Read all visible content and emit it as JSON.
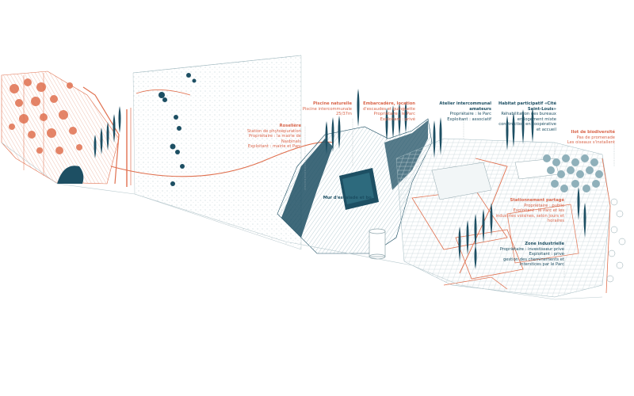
{
  "colors": {
    "teal_dark": "#1d4f63",
    "teal_light": "#cdd9dc",
    "salmon": "#e0704f",
    "paper": "#ffffff"
  },
  "annotations": [
    {
      "id": "piscine",
      "color": "red",
      "title": "Piscine naturelle",
      "body": [
        "Piscine intercommunale",
        "25/37m"
      ]
    },
    {
      "id": "roseliere",
      "color": "red",
      "title": "Roselière",
      "body": [
        "Station de phytoépuration",
        "Propriétaire : la mairie de",
        "Nasbinals",
        "Exploitant : mairie et Parc"
      ]
    },
    {
      "id": "embarcadere",
      "color": "red",
      "title": "Embarcadère, location",
      "body": [
        "d'escaudes et guinguette",
        "Propriétaire : le Parc",
        "Exploitant : privé"
      ]
    },
    {
      "id": "atelier",
      "color": "blue",
      "title": "Atelier intercommunal amateurs",
      "body": [
        "Propriétaire : le Parc",
        "Exploitant : associatif"
      ]
    },
    {
      "id": "habitat",
      "color": "blue",
      "title": "Habitat participatif «Cité",
      "body": [
        "Saint-Louis»",
        "Réhabilitation des bureaux",
        "en logement mixte",
        "construction en coopérative",
        "et accueil"
      ]
    },
    {
      "id": "ilot",
      "color": "red",
      "title": "Ilot de biodiversité",
      "body": [
        "Pas de promenade",
        "Les oiseaux s'installent"
      ]
    },
    {
      "id": "mur",
      "color": "blue",
      "title": "Mur d'escalade et bo…",
      "body": []
    },
    {
      "id": "stationnement",
      "color": "red",
      "title": "Stationnement partagé",
      "body": [
        "Propriétaire : public",
        "Exploitant : le Parc et les",
        "industries voisines, selon jours et",
        "horaires"
      ]
    },
    {
      "id": "zone",
      "color": "blue",
      "title": "Zone industrielle",
      "body": [
        "Propriétaire : investisseur privé",
        "Exploitant : privé",
        "gestion des cheminements et",
        "interstices par le Parc"
      ]
    }
  ]
}
